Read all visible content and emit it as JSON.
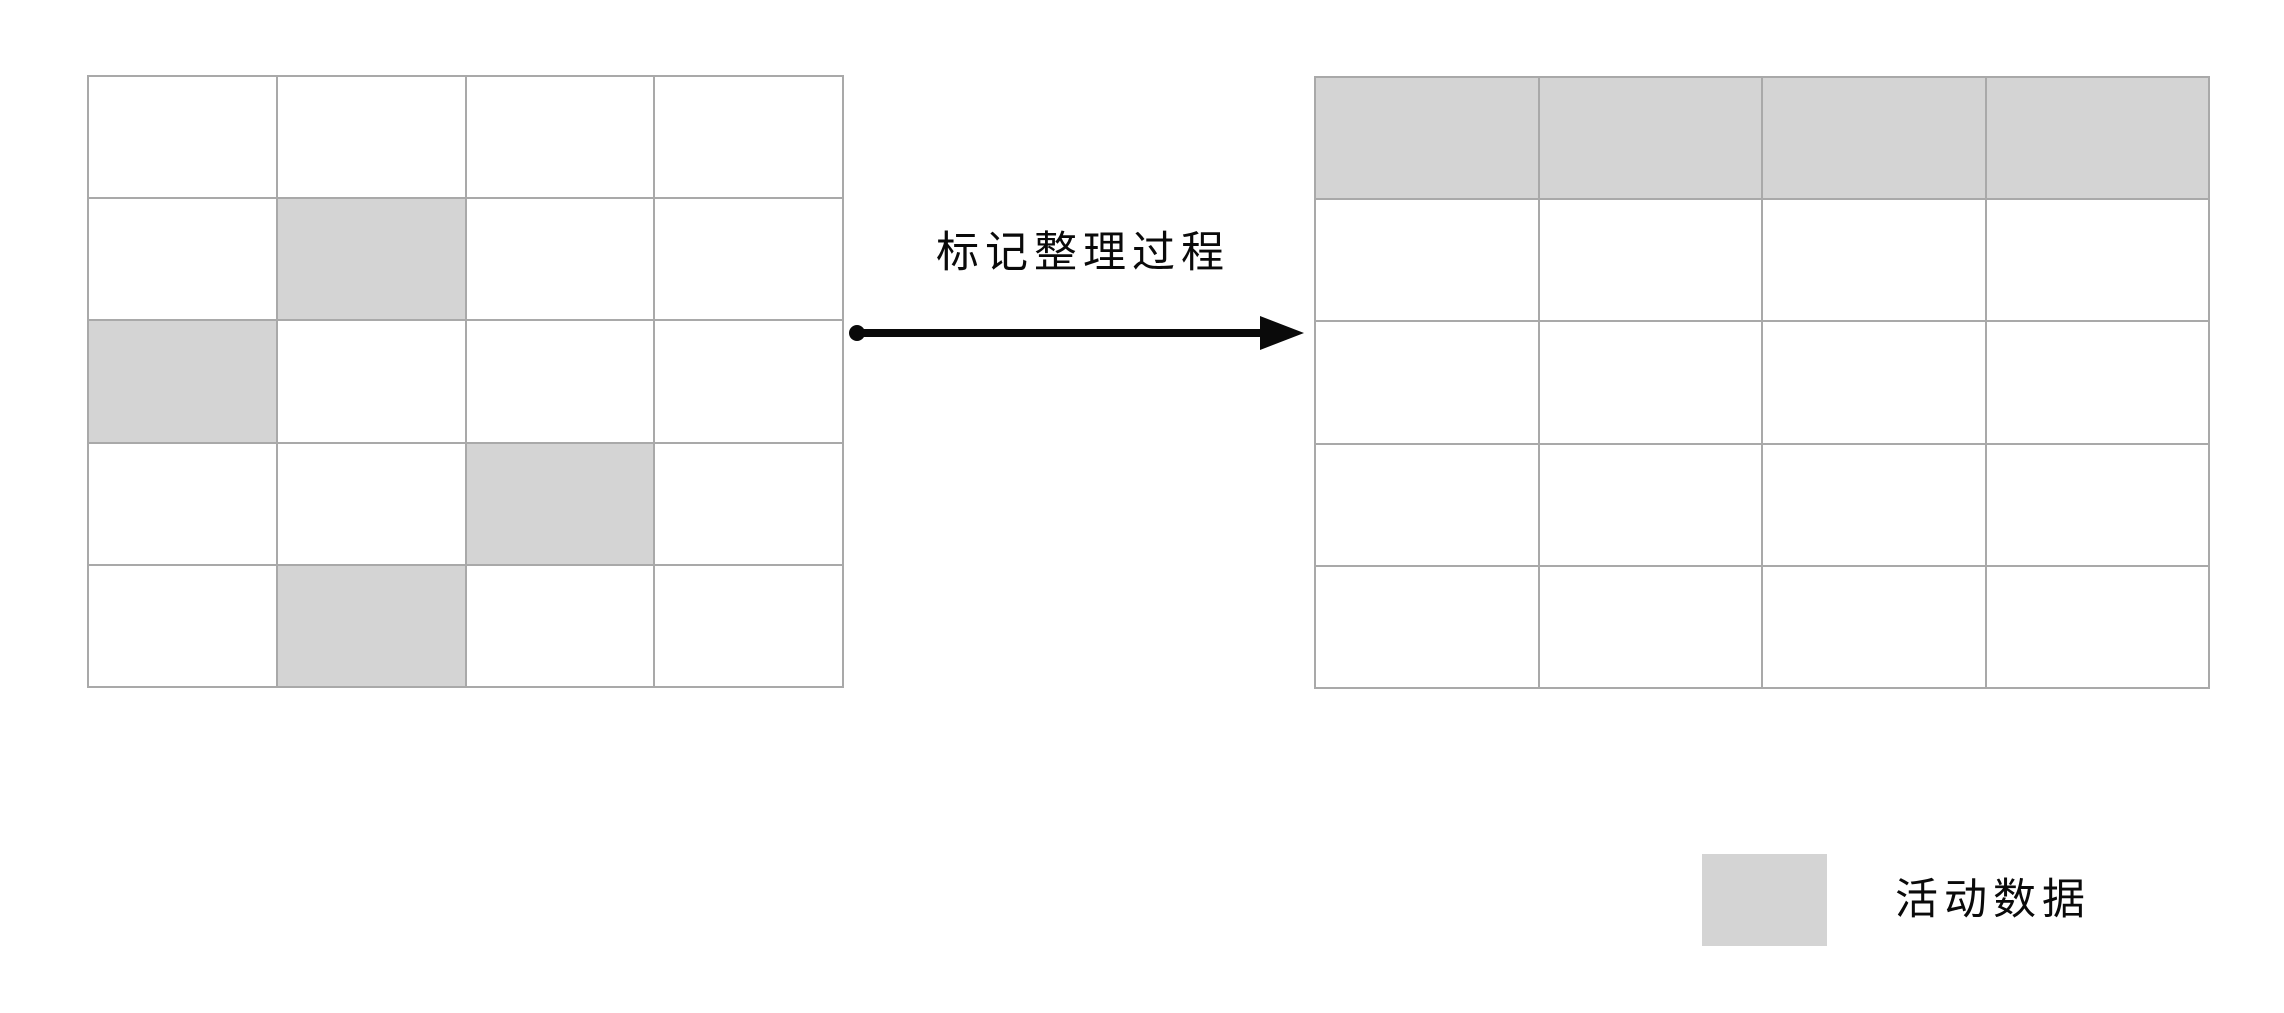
{
  "diagram": {
    "title": "标记整理过程",
    "transition": {
      "label": "标记整理过程",
      "arrow_icon": "arrow-right-icon"
    },
    "tables": {
      "before": {
        "name": "heap-before-compaction",
        "rows": 5,
        "columns": 4,
        "cells": [
          [
            "empty",
            "empty",
            "empty",
            "empty"
          ],
          [
            "empty",
            "active",
            "empty",
            "empty"
          ],
          [
            "active",
            "empty",
            "empty",
            "empty"
          ],
          [
            "empty",
            "empty",
            "active",
            "empty"
          ],
          [
            "empty",
            "active",
            "empty",
            "empty"
          ]
        ]
      },
      "after": {
        "name": "heap-after-compaction",
        "rows": 5,
        "columns": 4,
        "cells": [
          [
            "active",
            "active",
            "active",
            "active"
          ],
          [
            "empty",
            "empty",
            "empty",
            "empty"
          ],
          [
            "empty",
            "empty",
            "empty",
            "empty"
          ],
          [
            "empty",
            "empty",
            "empty",
            "empty"
          ],
          [
            "empty",
            "empty",
            "empty",
            "empty"
          ]
        ]
      }
    },
    "legend": {
      "swatch_icon": "gray-square-swatch",
      "label": "活动数据"
    },
    "colors": {
      "active_fill": "#d4d4d4",
      "empty_fill": "#ffffff",
      "grid_line": "#a9a9a9",
      "ink": "#0a0a0a",
      "background": "#ffffff"
    }
  }
}
